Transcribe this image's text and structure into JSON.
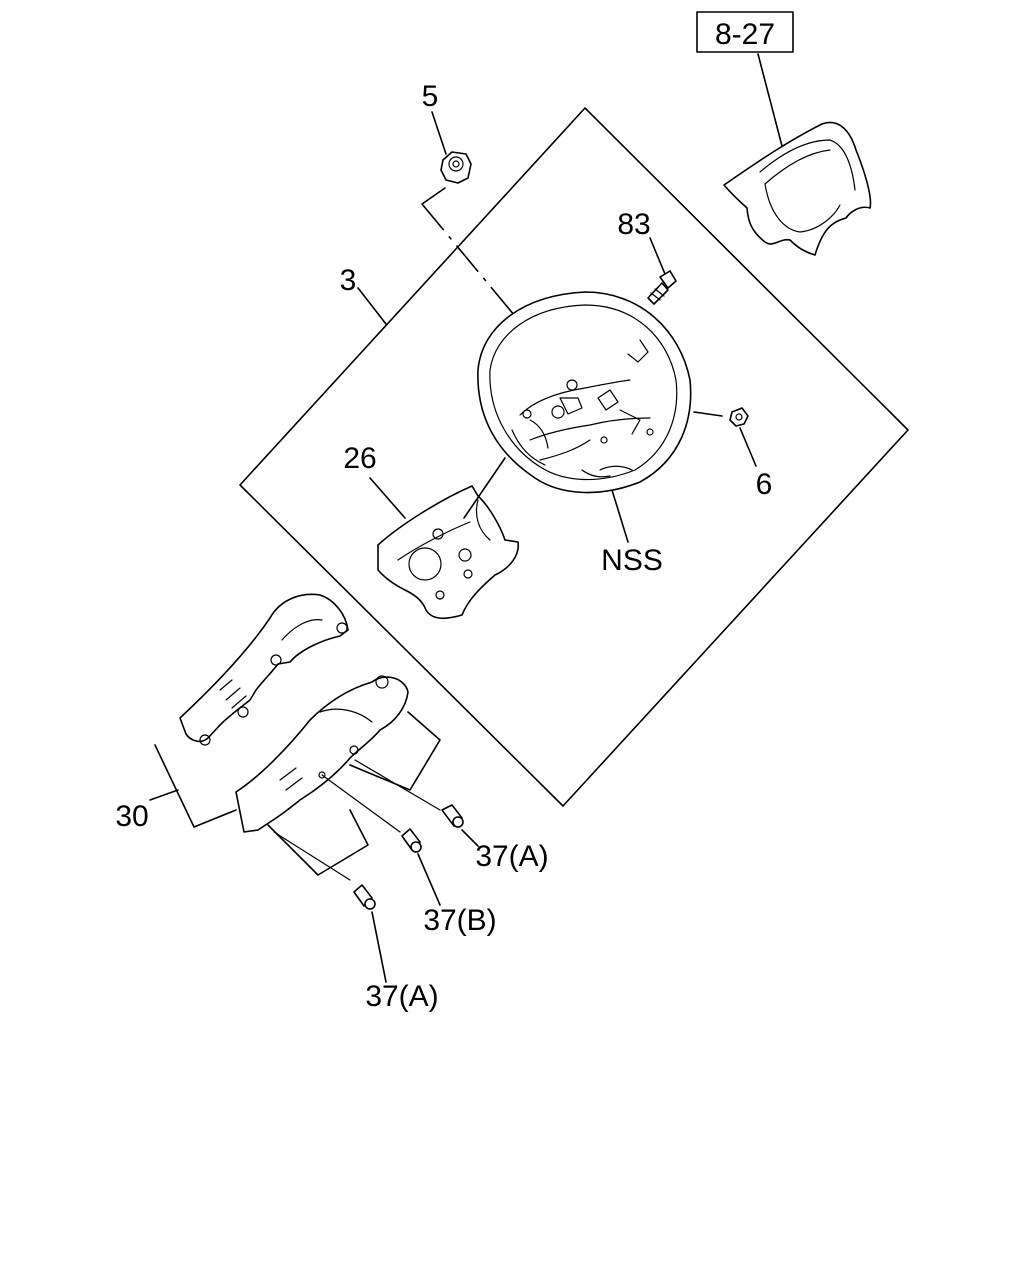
{
  "reference_box": {
    "label": "8-27"
  },
  "callouts": {
    "nut": "5",
    "bolt_top": "83",
    "wheel_assembly": "3",
    "cover": "26",
    "clip": "6",
    "nss": "NSS",
    "column_cover": "30",
    "screw_a_right": "37(A)",
    "screw_b": "37(B)",
    "screw_a_bottom": "37(A)"
  }
}
